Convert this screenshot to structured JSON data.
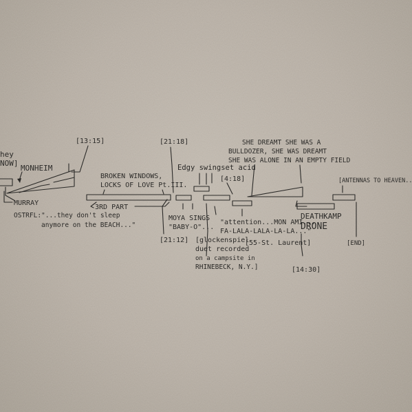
{
  "labels": {
    "they_now_1": "hey",
    "they_now_2": "NOW]",
    "time_1315": "[13:15]",
    "monheim": "MONHEIM",
    "murray": "MURRAY",
    "ostrfl": "OSTRFL:\"...they don't sleep",
    "ostrfl_2": "anymore on the BEACH...\"",
    "broken_1": "BROKEN WINDOWS,",
    "broken_2": "LOCKS OF LOVE Pt.III.",
    "third_part": "3RD PART",
    "time_2112": "[21:12]",
    "time_top_mid": "[21:18]",
    "edgy": "Edgy swingset acid",
    "time_mid": "[4:18]",
    "moya_1": "MOYA SINGS",
    "moya_2": "\"BABY-O\"...",
    "dreamt_1": "SHE DREAMT SHE WAS A",
    "dreamt_2": "BULLDOZER, SHE WAS DREAMT",
    "dreamt_3": "SHE WAS ALONE IN AN EMPTY FIELD",
    "attention_1": "\"attention...MON AMI...",
    "attention_2": "FA-LALA-LALA-LA-LA...\"",
    "glock_1": "[glockenspiel",
    "glock_2": "duet recorded",
    "glock_3": "on a campsite in",
    "glock_4": "RHINEBECK, N.Y.]",
    "st_laurent": "[55-St. Laurent]",
    "antennas": "[ANTENNAS TO HEAVEN...]",
    "deathkamp_1": "DEATHKAMP",
    "deathkamp_2": "DRONE",
    "time_1430": "[14:30]",
    "end": "[END]"
  }
}
